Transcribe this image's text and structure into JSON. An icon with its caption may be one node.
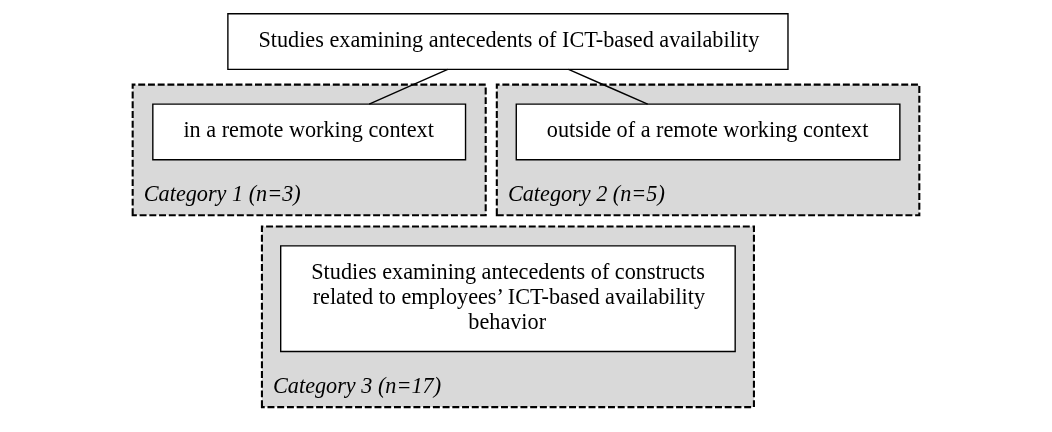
{
  "diagram": {
    "nodes": [
      {
        "text": [
          "Studies examining antecedents of ICT-based availability"
        ]
      },
      {
        "text": [
          "Category 1 (n=3)"
        ]
      },
      {
        "text": [
          "in a remote working context"
        ],
        "in": 1
      },
      {
        "text": [
          "Category 2 (n=5)"
        ]
      },
      {
        "text": [
          "outside of a remote working context"
        ],
        "in": 3
      },
      {
        "text": [
          "Category 3 (n=17)"
        ]
      },
      {
        "text": [
          "Studies examining antecedents of constructs related to employees’ ICT-based availability behavior"
        ],
        "in": 5
      }
    ],
    "edges": [
      {
        "from": 0,
        "to": 2,
        "arrow": "none"
      },
      {
        "from": 0,
        "to": 4,
        "arrow": "none"
      }
    ]
  }
}
